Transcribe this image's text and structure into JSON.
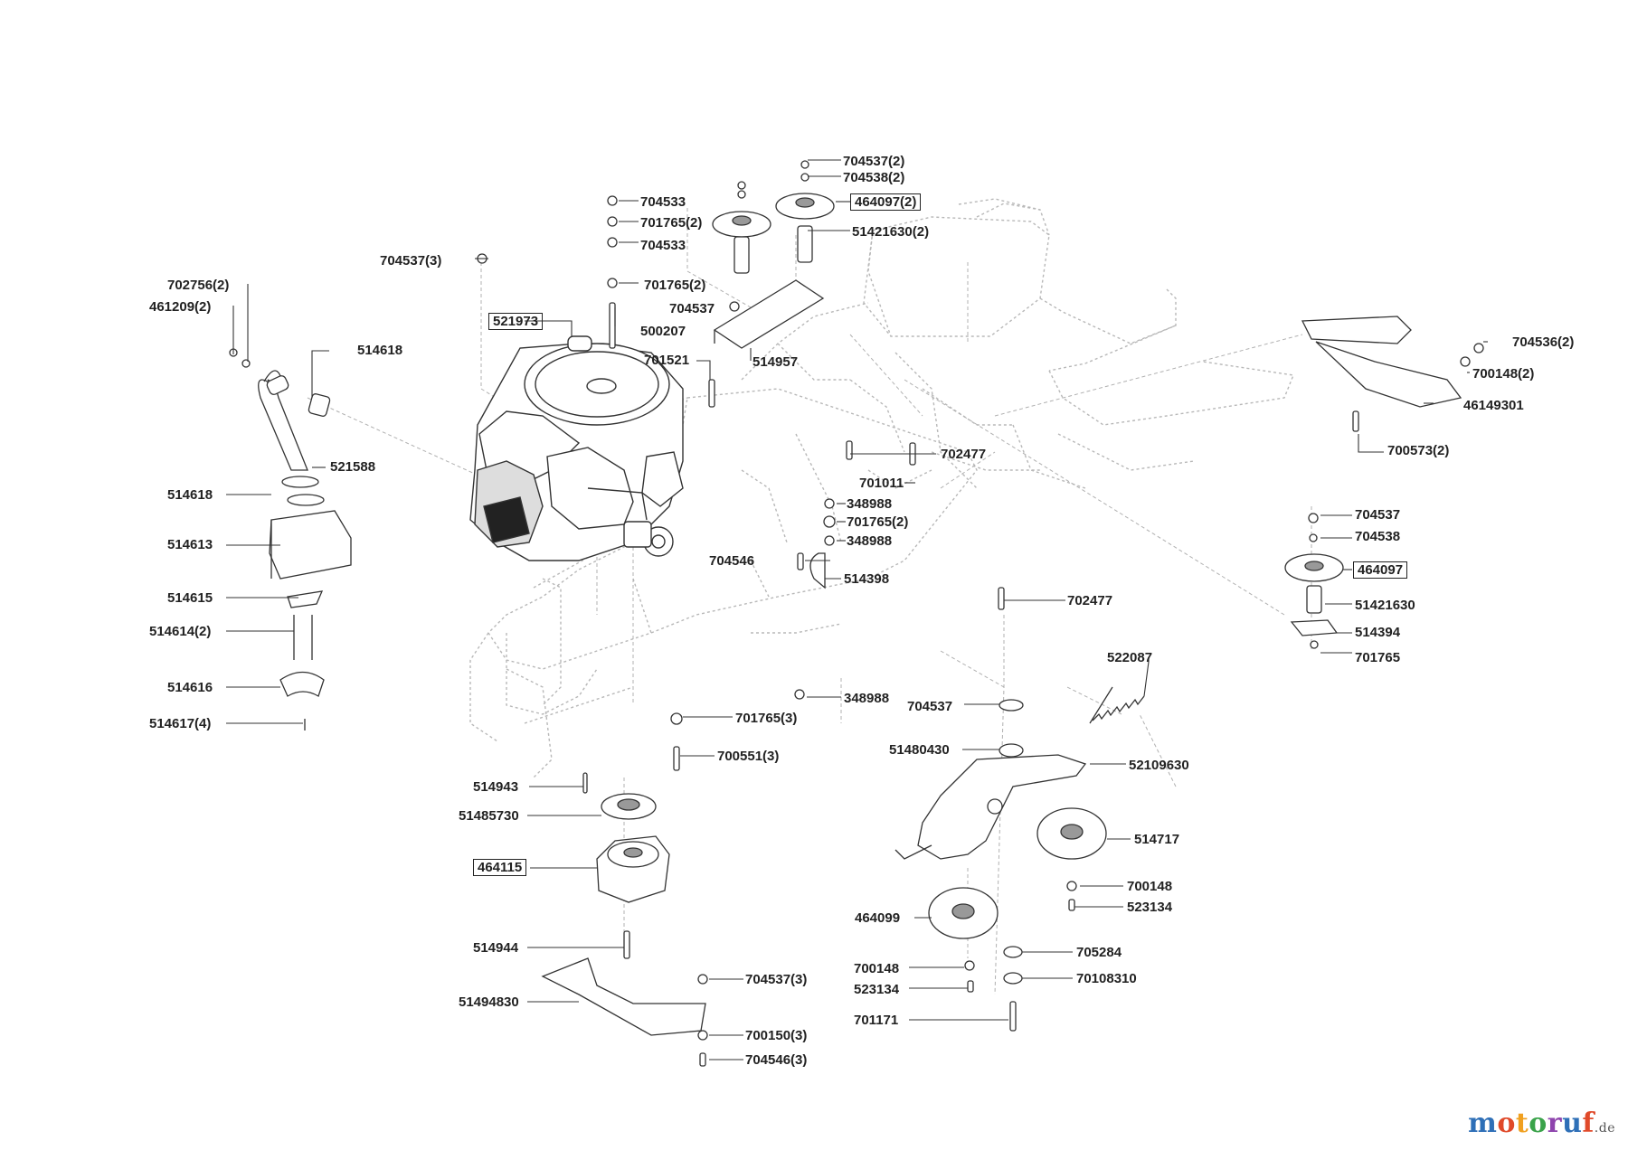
{
  "diagram": {
    "parts": {
      "p704537_2": "704537(2)",
      "p704538_2": "704538(2)",
      "p464097_2": "464097(2)",
      "p51421630_2": "51421630(2)",
      "p704533_a": "704533",
      "p701765_2_a": "701765(2)",
      "p704533_b": "704533",
      "p701765_2_b": "701765(2)",
      "p704537_3_top": "704537(3)",
      "p702756_2": "702756(2)",
      "p461209_2": "461209(2)",
      "p514618_a": "514618",
      "p521973": "521973",
      "p500207": "500207",
      "p704537_single_top": "704537",
      "p514957": "514957",
      "p701521": "701521",
      "p521588": "521588",
      "p514618_b": "514618",
      "p514613": "514613",
      "p514615": "514615",
      "p514614_2": "514614(2)",
      "p514616": "514616",
      "p514617_4": "514617(4)",
      "p702477_a": "702477",
      "p701011": "701011",
      "p348988_a": "348988",
      "p701765_2_c": "701765(2)",
      "p348988_b": "348988",
      "p704546": "704546",
      "p514398": "514398",
      "p702477_b": "702477",
      "p704536_2": "704536(2)",
      "p700148_2": "700148(2)",
      "p46149301": "46149301",
      "p700573_2": "700573(2)",
      "p704537_right": "704537",
      "p704538_right": "704538",
      "p464097": "464097",
      "p51421630": "51421630",
      "p514394": "514394",
      "p701765_right": "701765",
      "p522087": "522087",
      "p348988_c": "348988",
      "p704537_mid": "704537",
      "p701765_3": "701765(3)",
      "p700551_3": "700551(3)",
      "p51480430": "51480430",
      "p52109630": "52109630",
      "p514943": "514943",
      "p51485730": "51485730",
      "p514717": "514717",
      "p464115": "464115",
      "p700148_a": "700148",
      "p523134_a": "523134",
      "p464099": "464099",
      "p514944": "514944",
      "p705284": "705284",
      "p700148_b": "700148",
      "p70108310": "70108310",
      "p523134_b": "523134",
      "p704537_3_bottom": "704537(3)",
      "p51494830": "51494830",
      "p700150_3": "700150(3)",
      "p701171": "701171",
      "p704546_3": "704546(3)"
    },
    "watermark": {
      "brand": "motoruf",
      "tld": ".de"
    }
  },
  "colors": {
    "line": "#333333",
    "dotted": "#9a9a9a",
    "wm_m": "#2e6fb7",
    "wm_o1": "#e04a2a",
    "wm_t": "#f0a020",
    "wm_o2": "#3aa34a",
    "wm_r": "#8e44ad",
    "wm_u": "#2e6fb7",
    "wm_f": "#e04a2a"
  }
}
